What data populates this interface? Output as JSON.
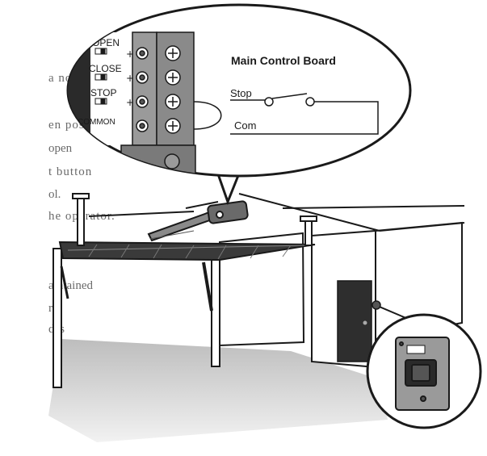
{
  "callout": {
    "terminal_labels": [
      "OPEN",
      "CLOSE",
      "STOP",
      "COMMON"
    ],
    "board_title": "Main Control Board",
    "stop_label": "Stop",
    "com_label": "Com"
  },
  "background_text": [
    "a normal",
    "en position to",
    "open",
    "t button",
    "ol.",
    "he operator.",
    "aintained",
    "rm",
    "des"
  ],
  "colors": {
    "line": "#1a1a1a",
    "terminal_panel": "#9a9a9a",
    "floor": "#cfcfcf",
    "door": "#2e2e2e"
  }
}
